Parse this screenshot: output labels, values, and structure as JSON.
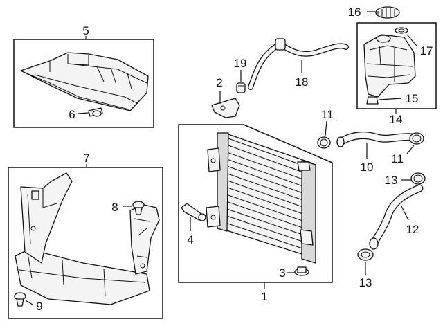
{
  "callouts": {
    "c1": "1",
    "c2": "2",
    "c3": "3",
    "c4": "4",
    "c5": "5",
    "c6": "6",
    "c7": "7",
    "c8": "8",
    "c9": "9",
    "c10": "10",
    "c11a": "11",
    "c11b": "11",
    "c12": "12",
    "c13a": "13",
    "c13b": "13",
    "c14": "14",
    "c15": "15",
    "c16": "16",
    "c17": "17",
    "c18": "18",
    "c19": "19"
  }
}
